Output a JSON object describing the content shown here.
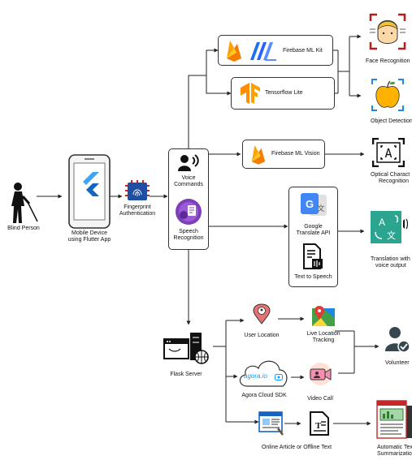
{
  "labels": {
    "blind_person": "Blind Person",
    "mobile_device": [
      "Mobile Device",
      "using Flutter App"
    ],
    "fingerprint": [
      "Fingerprint",
      "Authentication"
    ],
    "voice_commands": [
      "Voice",
      "Commands"
    ],
    "speech_recognition": [
      "Speech",
      "Recognition"
    ],
    "firebase_ml_kit": "Firebase ML Kit",
    "tensorflow_lite": "Tensorflow Lite",
    "firebase_ml_vision": "Firebase ML Vision",
    "face_recognition": "Face Recognition",
    "object_detection": "Object Detection",
    "ocr": [
      "Optical Charact",
      "Recognition"
    ],
    "google_translate": [
      "Google",
      "Translate API"
    ],
    "text_to_speech": "Text to Speech",
    "translation": [
      "Translation with",
      "voice output"
    ],
    "flask_server": "Flask Server",
    "user_location": "User Location",
    "live_location": [
      "Live Location",
      "Tracking"
    ],
    "volunteer": "Volunteer",
    "agora_logo": "agora.io",
    "agora_sdk": "Agora Cloud SDK",
    "video_call": "Video Call",
    "online_article": "Online Article or Offline Text",
    "summarization": [
      "Automatic Tex",
      "Summarization"
    ]
  },
  "icons": {
    "person": "blind-person-icon",
    "phone": "mobile-phone-icon",
    "fingerprint": "fingerprint-icon",
    "voice": "voice-command-icon",
    "speech": "speech-recognition-icon",
    "firebase": "firebase-icon",
    "mlkit": "ml-kit-icon",
    "tensorflow": "tensorflow-icon",
    "face": "face-recognition-icon",
    "apple": "object-detection-icon",
    "ocr": "ocr-icon",
    "gtranslate": "google-translate-icon",
    "tts": "text-to-speech-icon",
    "translation": "translation-icon",
    "server": "flask-server-icon",
    "pin": "location-pin-icon",
    "map": "map-icon",
    "volunteer": "volunteer-icon",
    "cloud": "agora-cloud-icon",
    "video": "video-call-icon",
    "article": "article-icon",
    "textdoc": "text-document-icon",
    "summary": "summarization-icon"
  },
  "colors": {
    "firebase_yellow": "#FFCA28",
    "firebase_orange": "#F57C00",
    "mlkit_blue": "#2962FF",
    "tensorflow_orange": "#FF8F00",
    "flutter_blue": "#42A5F5",
    "speech_purple": "#7B3FB8",
    "google_blue": "#4285F4",
    "teal": "#2BA58F",
    "agora_blue": "#099DFD"
  }
}
